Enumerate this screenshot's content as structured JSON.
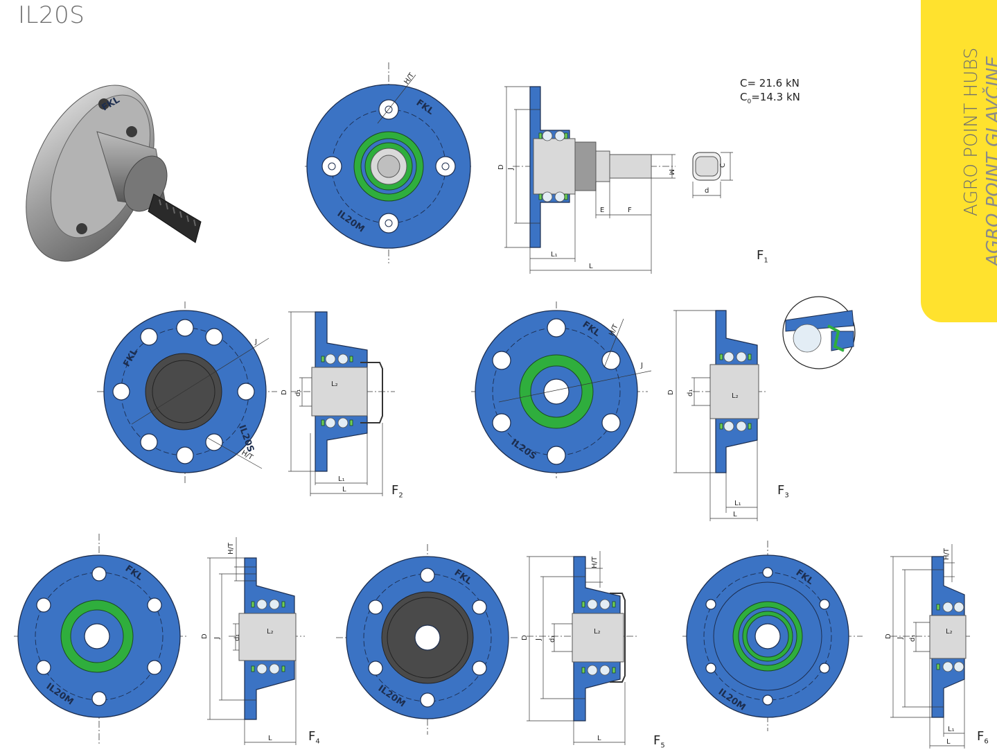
{
  "page": {
    "title": "IL20S",
    "side_tab": {
      "primary": "AGRO POINT HUBS",
      "secondary": "AGRO POINT GLAVČINE"
    },
    "colors": {
      "hub_blue": "#3b73c4",
      "seal_green": "#2fae3d",
      "tab_yellow": "#ffe22e"
    }
  },
  "specs": {
    "c": "C= 21.6 kN",
    "c0_prefix": "C",
    "c0_sub": "0",
    "c0_value": "=14.3 kN"
  },
  "variants": [
    {
      "label": "F",
      "sub": "1"
    },
    {
      "label": "F",
      "sub": "2"
    },
    {
      "label": "F",
      "sub": "3"
    },
    {
      "label": "F",
      "sub": "4"
    },
    {
      "label": "F",
      "sub": "5"
    },
    {
      "label": "F",
      "sub": "6"
    }
  ],
  "dims": {
    "D": "D",
    "J": "J",
    "M": "M",
    "C": "C",
    "d": "d",
    "E": "E",
    "F": "F",
    "L": "L",
    "L1": "L₁",
    "L2": "L₂",
    "d1": "d₁",
    "HT": "H/T"
  },
  "stamps": {
    "brand": "FKL",
    "model": "IL20S",
    "model_alt": "IL20M"
  }
}
